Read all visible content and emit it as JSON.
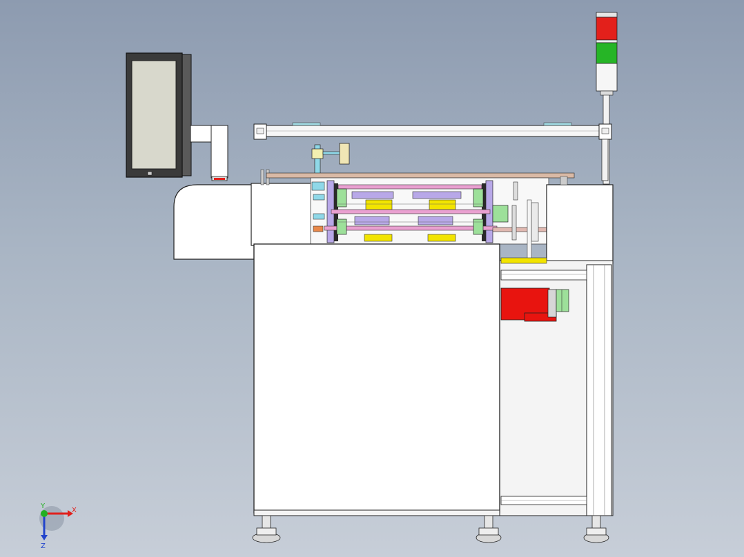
{
  "view": {
    "background_top": "#8d9bb0",
    "background_bottom": "#c7ced8"
  },
  "triad": {
    "x_label": "X",
    "y_label": "Y",
    "z_label": "Z",
    "x_color": "#e0201c",
    "y_color": "#22b022",
    "z_color": "#2244cc"
  },
  "machine": {
    "body_color": "#ffffff",
    "outline_color": "#1a1a1a",
    "motor_color": "#e8140f",
    "signal_tower": {
      "levels": [
        "red",
        "green",
        "white"
      ],
      "red": "#e3201b",
      "green": "#26b526",
      "white": "#f4f4f4"
    },
    "monitor_screen_color": "#d8d8cc",
    "monitor_frame_color": "#3a3a3a",
    "conveyor_yellow": "#f2e400",
    "part_pink": "#e9a0d0",
    "part_green": "#9de09a",
    "part_cyan": "#8fd8e8",
    "part_purple": "#b8a8e8"
  }
}
